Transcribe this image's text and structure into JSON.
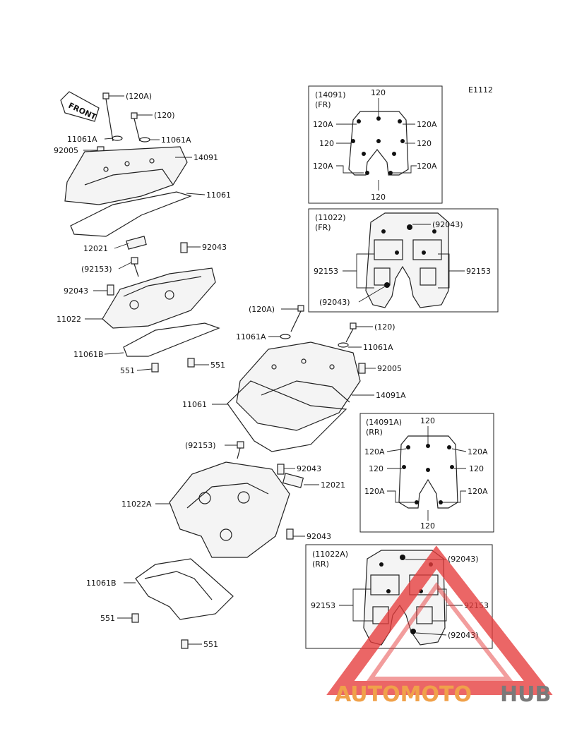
{
  "diagram_code": "E1112",
  "front_label": "FRONT",
  "callouts": {
    "l_120A_top": "(120A)",
    "l_120_top": "(120)",
    "l_11061A_left": "11061A",
    "l_11061A_right": "11061A",
    "l_92005_top": "92005",
    "l_14091": "14091",
    "l_11061_top": "11061",
    "l_12021_top": "12021",
    "l_92043_top": "92043",
    "l_92153_top": "(92153)",
    "l_92043_left": "92043",
    "l_11022": "11022",
    "l_11061B_top": "11061B",
    "l_551_top_a": "551",
    "l_551_top_b": "551",
    "l_120A_mid": "(120A)",
    "l_120_mid": "(120)",
    "l_11061A_mid_left": "11061A",
    "l_11061A_mid_right": "11061A",
    "l_92005_mid": "92005",
    "l_14091A": "14091A",
    "l_11061_mid": "11061",
    "l_92153_mid": "(92153)",
    "l_92043_mid": "92043",
    "l_12021_mid": "12021",
    "l_11022A": "11022A",
    "l_92043_low": "92043",
    "l_11061B_low": "11061B",
    "l_551_low_a": "551",
    "l_551_low_b": "551"
  },
  "inset_14091": {
    "title": "(14091)",
    "sub": "(FR)",
    "top": "120",
    "bottom": "120",
    "left_a": "120A",
    "left_b": "120",
    "left_c": "120A",
    "right_a": "120A",
    "right_b": "120",
    "right_c": "120A"
  },
  "inset_11022": {
    "title": "(11022)",
    "sub": "(FR)",
    "top_right": "(92043)",
    "left": "92153",
    "right": "92153",
    "bottom_left": "(92043)"
  },
  "inset_14091A": {
    "title": "(14091A)",
    "sub": "(RR)",
    "top": "120",
    "bottom": "120",
    "left_a": "120A",
    "left_b": "120",
    "left_c": "120A",
    "right_a": "120A",
    "right_b": "120",
    "right_c": "120A"
  },
  "inset_11022A": {
    "title": "(11022A)",
    "sub": "(RR)",
    "top_right": "(92043)",
    "left": "92153",
    "right": "92153",
    "bottom_right": "(92043)"
  },
  "watermark": {
    "part1": "AUTOMOTO",
    "part2": "HUB",
    "color1": "#f0a14a",
    "color2": "#7a7a7a",
    "triangle_color": "#e63b3b"
  }
}
